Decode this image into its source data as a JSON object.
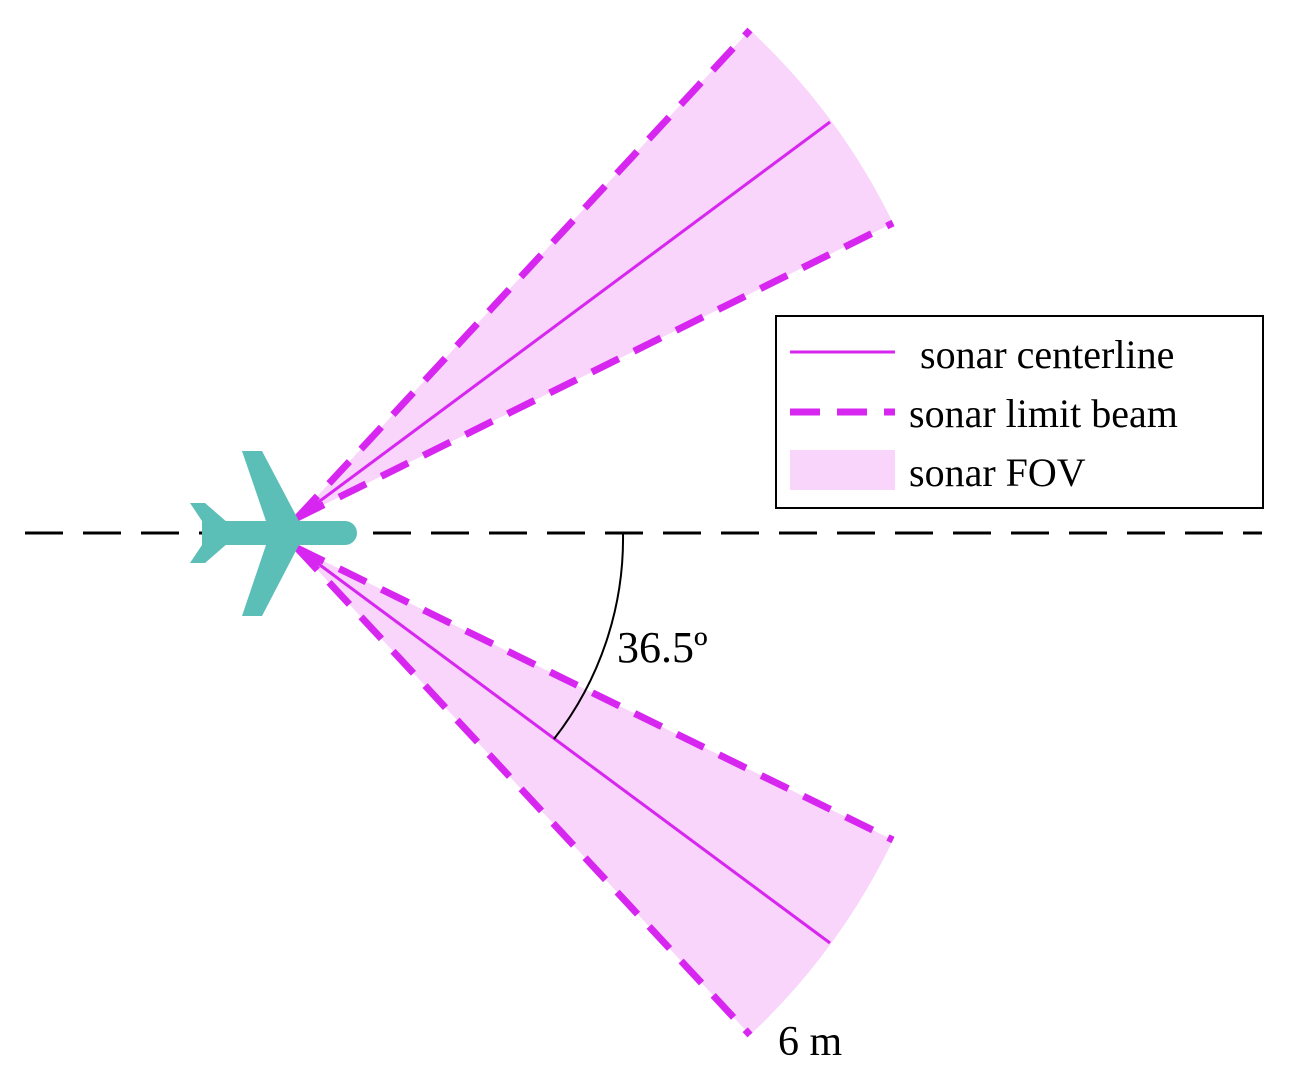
{
  "diagram": {
    "angle_label": "36.5º",
    "range_label": "6 m",
    "colors": {
      "sonar": "#d726f0",
      "fov_fill": "#f9d4fb",
      "aircraft": "#5bbfb8",
      "axis": "#000000"
    },
    "icons": {
      "aircraft": "airplane-icon"
    }
  },
  "legend": {
    "items": [
      {
        "label": "sonar centerline",
        "style": "solid-line"
      },
      {
        "label": "sonar limit beam",
        "style": "dashed-line"
      },
      {
        "label": "sonar FOV",
        "style": "filled-patch"
      }
    ]
  }
}
